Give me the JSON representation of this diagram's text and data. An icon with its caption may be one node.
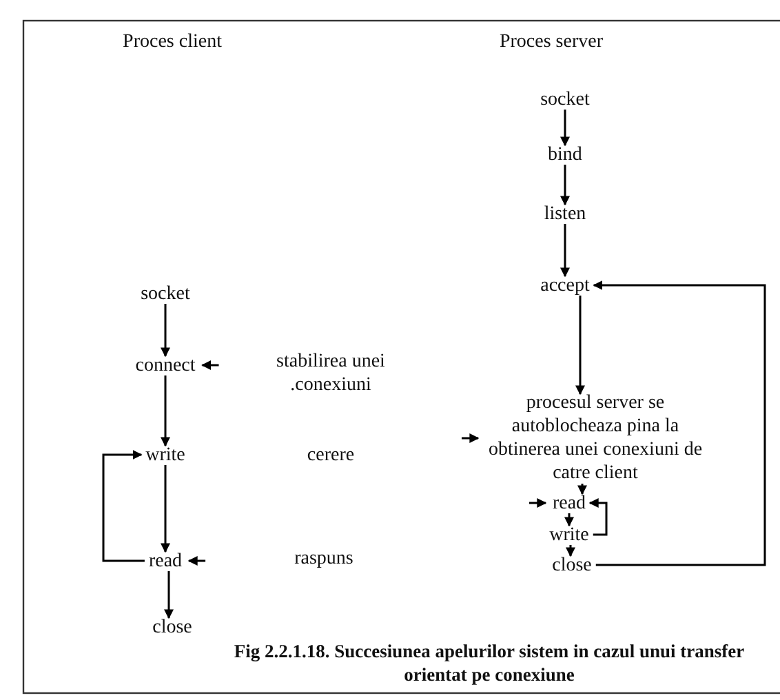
{
  "diagram": {
    "caption": "Fig 2.2.1.18. Succesiunea apelurilor sistem in cazul unui transfer orientat pe conexiune",
    "nodes": [
      {
        "text": [
          "socket"
        ]
      },
      {
        "text": [
          "connect"
        ]
      },
      {
        "text": [
          "write"
        ]
      },
      {
        "text": [
          "read"
        ]
      },
      {
        "text": [
          "close"
        ]
      },
      {
        "text": [
          "socket"
        ]
      },
      {
        "text": [
          "bind"
        ]
      },
      {
        "text": [
          "listen"
        ]
      },
      {
        "text": [
          "accept"
        ]
      },
      {
        "text": [
          "procesul server se autoblocheaza pina la obtinerea unei conexiuni de catre client"
        ]
      },
      {
        "text": [
          "read"
        ]
      },
      {
        "text": [
          "write"
        ]
      },
      {
        "text": [
          "close"
        ]
      }
    ],
    "edges": [
      {
        "from": 0,
        "to": 1,
        "arrow": "to"
      },
      {
        "from": 1,
        "to": 2,
        "arrow": "to"
      },
      {
        "from": 2,
        "to": 3,
        "arrow": "to"
      },
      {
        "from": 3,
        "to": 2,
        "arrow": "to"
      },
      {
        "from": 3,
        "to": 4,
        "arrow": "to"
      },
      {
        "from": null,
        "to": 1,
        "arrow": "to"
      },
      {
        "from": null,
        "to": 3,
        "arrow": "to"
      },
      {
        "from": 5,
        "to": 6,
        "arrow": "to"
      },
      {
        "from": 6,
        "to": 7,
        "arrow": "to"
      },
      {
        "from": 7,
        "to": 8,
        "arrow": "to"
      },
      {
        "from": 8,
        "to": 9,
        "arrow": "to"
      },
      {
        "from": 12,
        "to": 8,
        "arrow": "to"
      },
      {
        "from": 9,
        "to": 10,
        "arrow": "to"
      },
      {
        "from": 10,
        "to": 11,
        "arrow": "to"
      },
      {
        "from": 11,
        "to": 10,
        "arrow": "to"
      },
      {
        "from": 11,
        "to": 12,
        "arrow": "to"
      },
      {
        "from": null,
        "to": 9,
        "arrow": "to"
      },
      {
        "from": null,
        "to": 10,
        "arrow": "to"
      }
    ],
    "labels": [
      "Proces client",
      "Proces server",
      "stabilirea unei .conexiuni",
      "cerere",
      "raspuns"
    ]
  }
}
